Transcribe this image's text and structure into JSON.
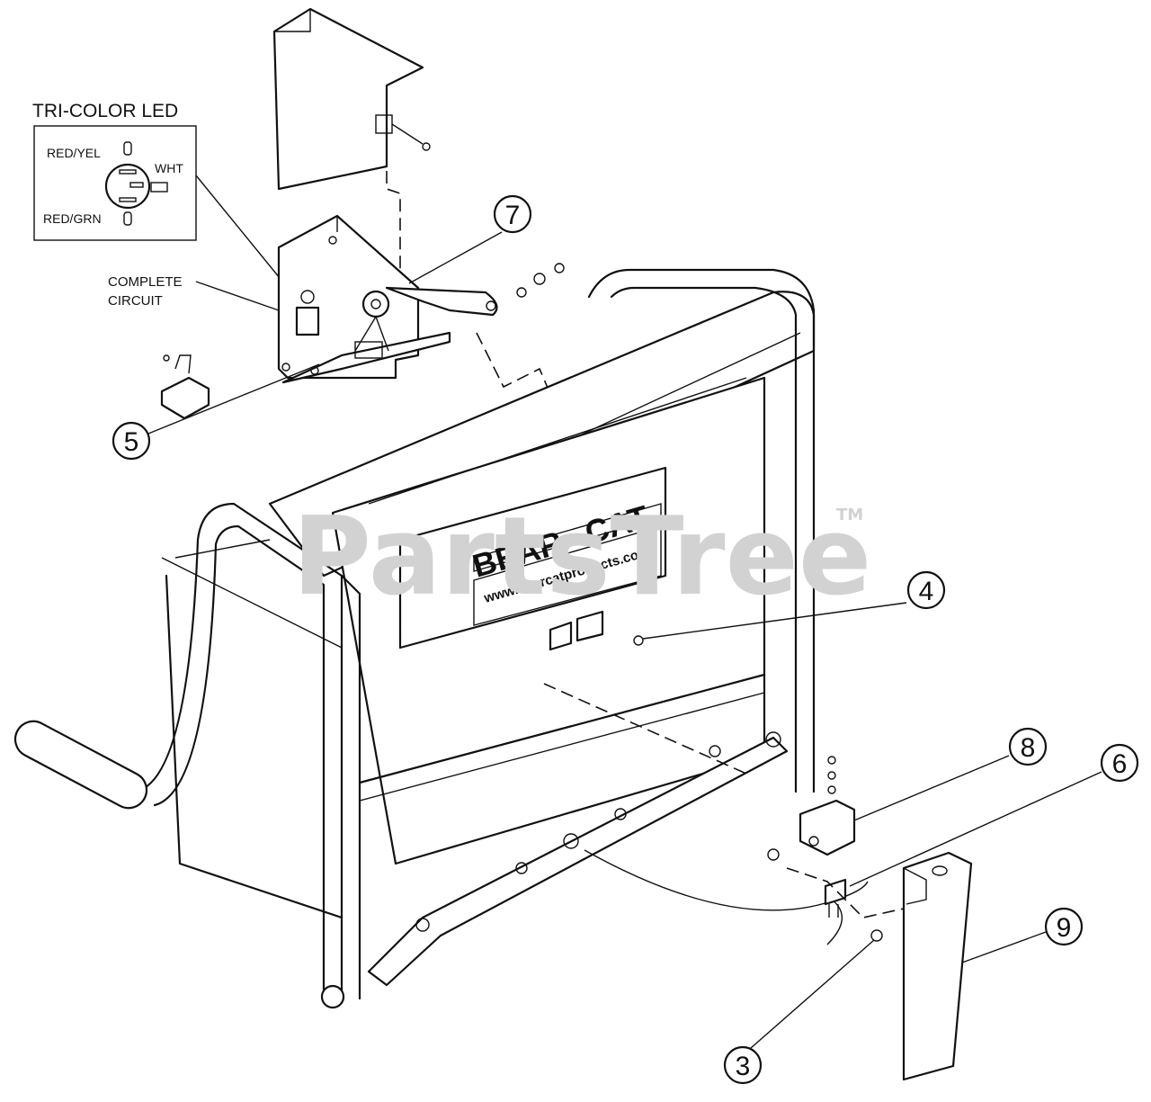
{
  "led_box": {
    "title": "TRI-COLOR LED",
    "red_yel": "RED/YEL",
    "wht": "WHT",
    "red_grn": "RED/GRN"
  },
  "labels": {
    "complete_line1": "COMPLETE",
    "complete_line2": "CIRCUIT"
  },
  "decal": {
    "brand_left": "BEAR",
    "brand_right": "CAT.",
    "url": "www.bearcatproducts.com"
  },
  "watermark": {
    "text": "PartsTree",
    "tm": "TM"
  },
  "callouts": [
    {
      "id": "7",
      "label": "7"
    },
    {
      "id": "5",
      "label": "5"
    },
    {
      "id": "4",
      "label": "4"
    },
    {
      "id": "8",
      "label": "8"
    },
    {
      "id": "6",
      "label": "6"
    },
    {
      "id": "9",
      "label": "9"
    },
    {
      "id": "3",
      "label": "3"
    }
  ]
}
